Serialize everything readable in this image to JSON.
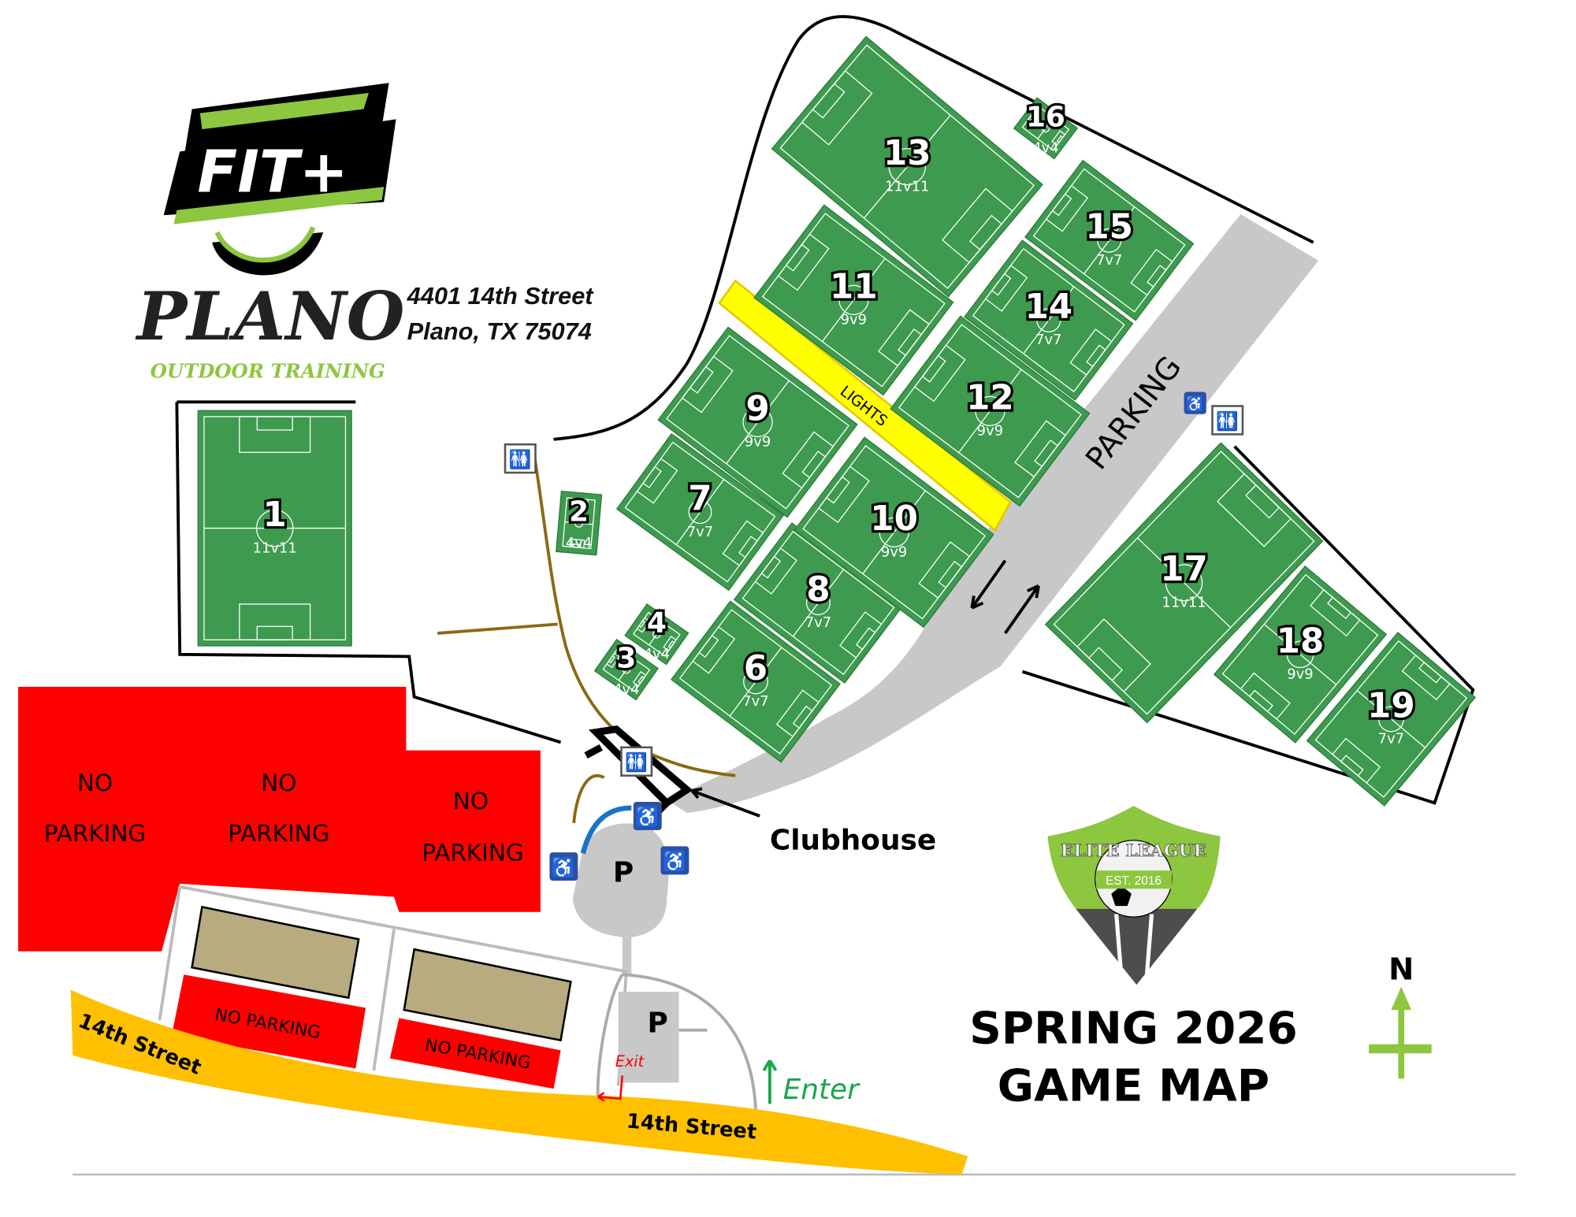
{
  "branding": {
    "logo_text": "FIT+",
    "city": "PLANO",
    "tagline": "OUTDOOR TRAINING",
    "address_line1": "4401 14th Street",
    "address_line2": "Plano, TX 75074",
    "league_logo_text": "ELITE LEAGUE",
    "league_est": "EST. 2016"
  },
  "title": {
    "line1": "SPRING 2026",
    "line2": "GAME MAP"
  },
  "compass": {
    "label": "N"
  },
  "fields": [
    {
      "number": "1",
      "format": "11v11"
    },
    {
      "number": "2",
      "format": "4v4"
    },
    {
      "number": "3",
      "format": "4v4"
    },
    {
      "number": "4",
      "format": "4v4"
    },
    {
      "number": "6",
      "format": "7v7"
    },
    {
      "number": "7",
      "format": "7v7"
    },
    {
      "number": "8",
      "format": "7v7"
    },
    {
      "number": "9",
      "format": "9v9"
    },
    {
      "number": "10",
      "format": "9v9"
    },
    {
      "number": "11",
      "format": "9v9"
    },
    {
      "number": "12",
      "format": "9v9"
    },
    {
      "number": "13",
      "format": "11v11"
    },
    {
      "number": "14",
      "format": "7v7"
    },
    {
      "number": "15",
      "format": "7v7"
    },
    {
      "number": "16",
      "format": "4v4"
    },
    {
      "number": "17",
      "format": "11v11"
    },
    {
      "number": "18",
      "format": "9v9"
    },
    {
      "number": "19",
      "format": "7v7"
    }
  ],
  "labels": {
    "lights": "LIGHTS",
    "parking": "PARKING",
    "clubhouse": "Clubhouse",
    "parking_symbol": "P",
    "enter": "Enter",
    "exit": "Exit",
    "street": "14th Street",
    "no": "NO",
    "parking_word": "PARKING",
    "no_parking": "NO PARKING"
  },
  "colors": {
    "field": "#3d9a4e",
    "no_parking": "#ff0000",
    "road": "#ffc000",
    "lights": "#ffff00",
    "parking_lot": "#c8c8c8",
    "accessible": "#2f4fa3",
    "brand_green": "#8dc63f"
  }
}
